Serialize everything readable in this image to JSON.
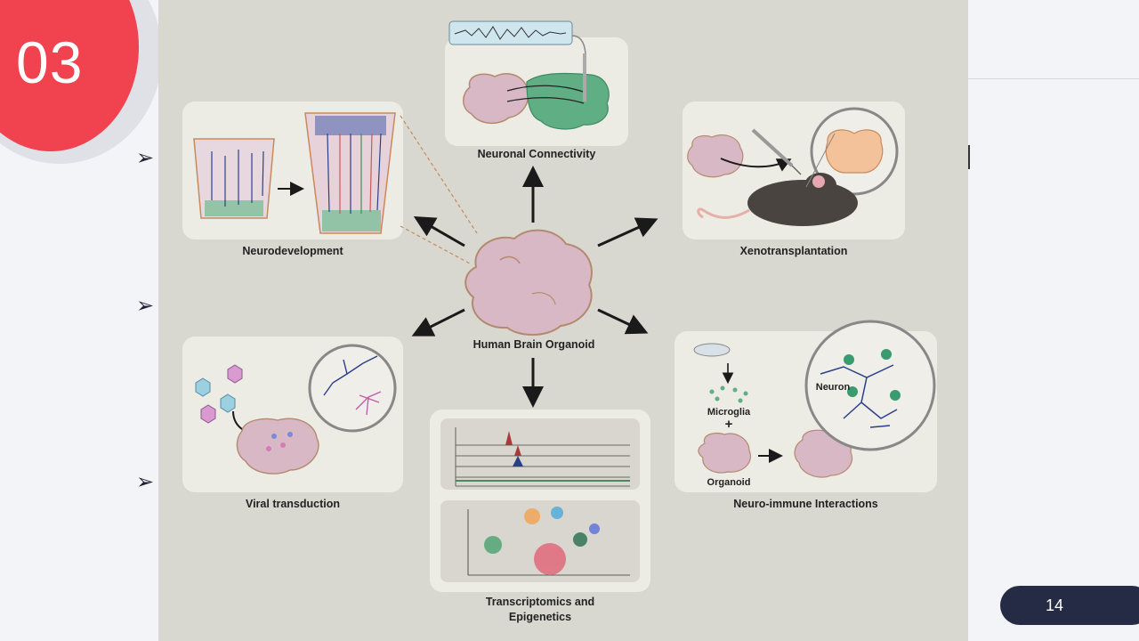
{
  "slide": {
    "section_number": "03",
    "page_number": "14",
    "bullet_glyph": "➢"
  },
  "figure": {
    "labels": {
      "neuronal_connectivity": "Neuronal Connectivity",
      "neurodevelopment": "Neurodevelopment",
      "xenotransplantation": "Xenotransplantation",
      "human_brain_organoid": "Human Brain Organoid",
      "viral_transduction": "Viral transduction",
      "neuro_immune": "Neuro-immune Interactions",
      "transcriptomics_line1": "Transcriptomics and",
      "transcriptomics_line2": "Epigenetics",
      "neuron": "Neuron",
      "microglia": "Microglia",
      "plus": "+",
      "organoid": "Organoid"
    }
  },
  "colors": {
    "badge": "#f0424f",
    "page_pill": "#262b45",
    "figure_bg": "#d8d8d1",
    "organoid": "#d8b8c4"
  }
}
